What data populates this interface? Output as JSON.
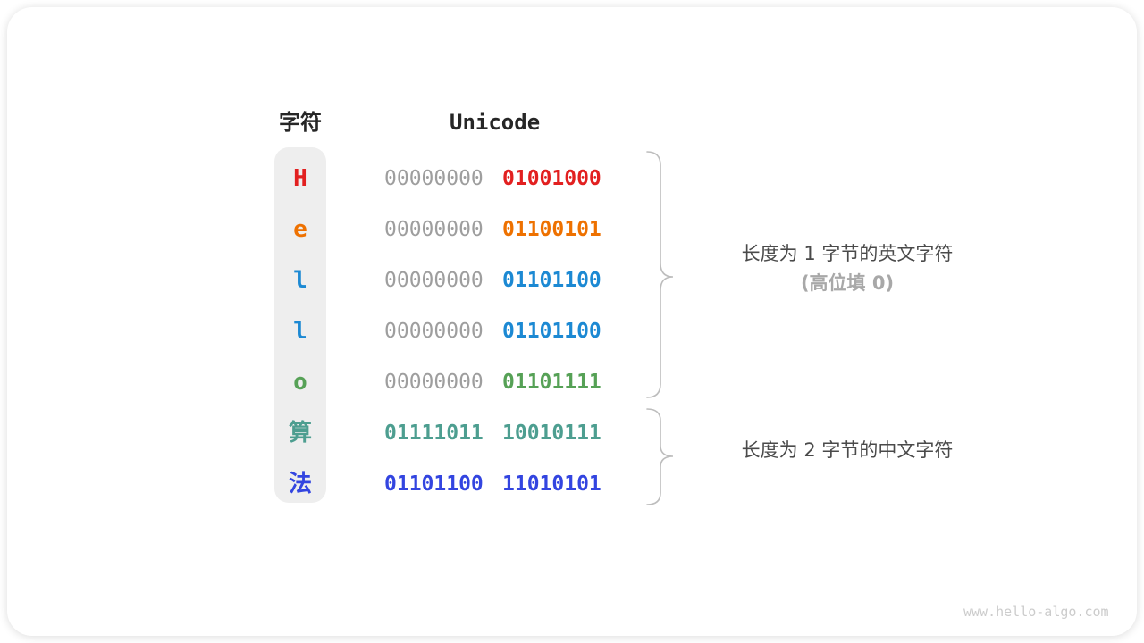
{
  "headers": {
    "character": "字符",
    "unicode": "Unicode"
  },
  "rows": [
    {
      "char": "H",
      "color": "#e22020",
      "bytes": [
        {
          "text": "00000000",
          "color": "#9e9e9e",
          "bold": false
        },
        {
          "text": "01001000",
          "color": "#e22020",
          "bold": true
        }
      ]
    },
    {
      "char": "e",
      "color": "#ee7100",
      "bytes": [
        {
          "text": "00000000",
          "color": "#9e9e9e",
          "bold": false
        },
        {
          "text": "01100101",
          "color": "#ee7100",
          "bold": true
        }
      ]
    },
    {
      "char": "l",
      "color": "#1c89d3",
      "bytes": [
        {
          "text": "00000000",
          "color": "#9e9e9e",
          "bold": false
        },
        {
          "text": "01101100",
          "color": "#1c89d3",
          "bold": true
        }
      ]
    },
    {
      "char": "l",
      "color": "#1c89d3",
      "bytes": [
        {
          "text": "00000000",
          "color": "#9e9e9e",
          "bold": false
        },
        {
          "text": "01101100",
          "color": "#1c89d3",
          "bold": true
        }
      ]
    },
    {
      "char": "o",
      "color": "#56a156",
      "bytes": [
        {
          "text": "00000000",
          "color": "#9e9e9e",
          "bold": false
        },
        {
          "text": "01101111",
          "color": "#56a156",
          "bold": true
        }
      ]
    },
    {
      "char": "算",
      "color": "#4d9e90",
      "bytes": [
        {
          "text": "01111011",
          "color": "#4d9e90",
          "bold": true
        },
        {
          "text": "10010111",
          "color": "#4d9e90",
          "bold": true
        }
      ]
    },
    {
      "char": "法",
      "color": "#3345e0",
      "bytes": [
        {
          "text": "01101100",
          "color": "#3345e0",
          "bold": true
        },
        {
          "text": "11010101",
          "color": "#3345e0",
          "bold": true
        }
      ]
    }
  ],
  "annotations": {
    "english": {
      "line1": "长度为 1 字节的英文字符",
      "line2": "(高位填 0)"
    },
    "chinese": {
      "line1": "长度为 2 字节的中文字符"
    }
  },
  "watermark": "www.hello-algo.com",
  "palette": {
    "card_bg": "#ffffff",
    "column_bg": "#eeeeee",
    "header_text": "#262626",
    "muted_byte": "#9e9e9e",
    "brace": "#bdbdbd",
    "annotation_primary": "#4a4a4a",
    "annotation_secondary": "#a8a8a8",
    "watermark": "#cccccc"
  }
}
